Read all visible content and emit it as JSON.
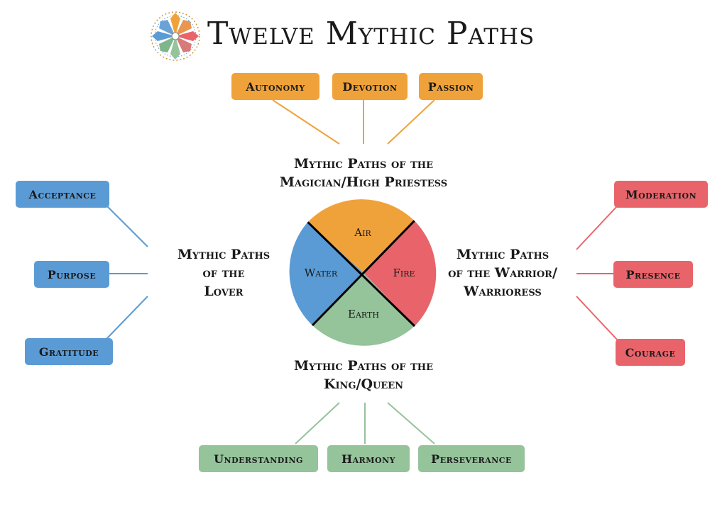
{
  "title": "Twelve Mythic Paths",
  "diagram": {
    "top_group": {
      "label_lines": [
        "Mythic Paths of the",
        "Magician/High Priestess"
      ],
      "boxes": [
        "Autonomy",
        "Devotion",
        "Passion"
      ],
      "color": "#f0a23a"
    },
    "left_group": {
      "label_lines": [
        "Mythic Paths",
        "of the",
        "Lover"
      ],
      "boxes": [
        "Acceptance",
        "Purpose",
        "Gratitude"
      ],
      "color": "#5b9bd5"
    },
    "right_group": {
      "label_lines": [
        "Mythic Paths",
        "of the Warrior/",
        "Warrioress"
      ],
      "boxes": [
        "Moderation",
        "Presence",
        "Courage"
      ],
      "color": "#e8646a"
    },
    "bottom_group": {
      "label_lines": [
        "Mythic Paths of the",
        "King/Queen"
      ],
      "boxes": [
        "Understanding",
        "Harmony",
        "Perseverance"
      ],
      "color": "#95c39a"
    },
    "elements": {
      "air": "Air",
      "fire": "Fire",
      "earth": "Earth",
      "water": "Water"
    }
  }
}
